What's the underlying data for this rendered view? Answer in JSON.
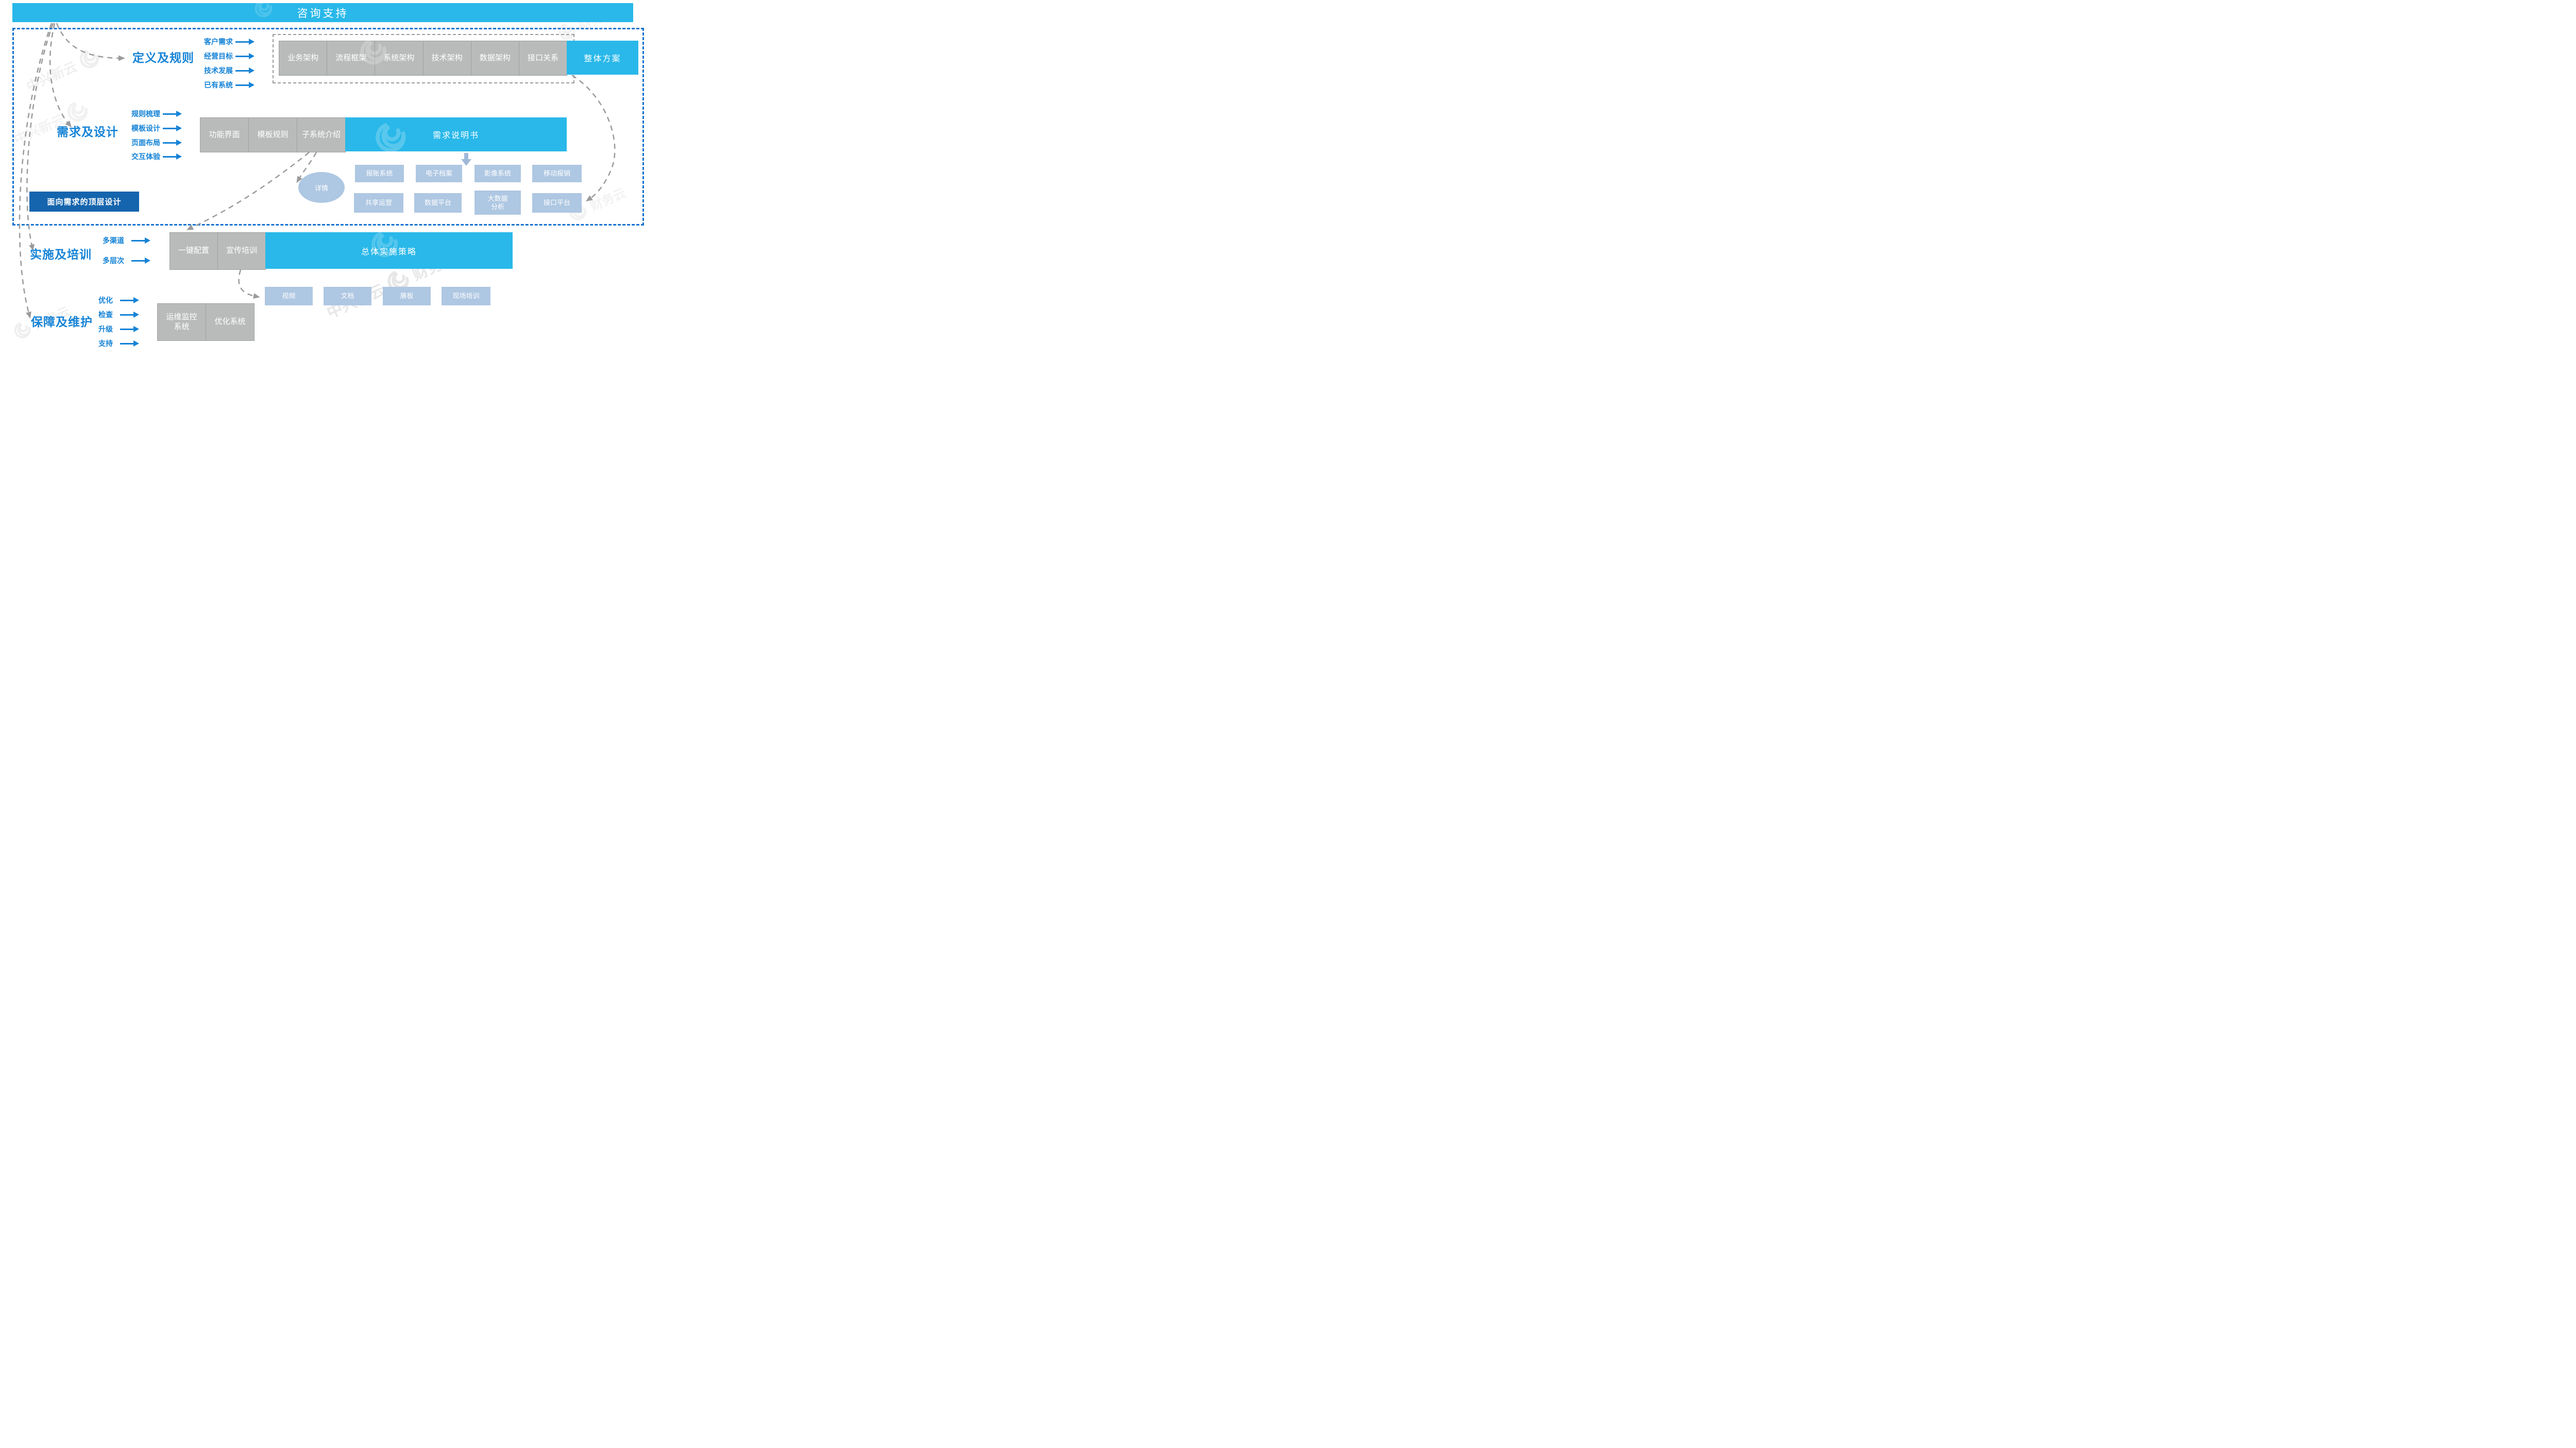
{
  "top_banner": {
    "title": "咨询支持"
  },
  "stages": [
    {
      "label": "定义及规则",
      "inputs": [
        "客户需求",
        "经营目标",
        "技术发展",
        "已有系统"
      ]
    },
    {
      "label": "需求及设计",
      "inputs": [
        "规则梳理",
        "模板设计",
        "页面布局",
        "交互体验"
      ]
    },
    {
      "label": "实施及培训",
      "inputs": [
        "多渠道",
        "多层次"
      ]
    },
    {
      "label": "保障及维护",
      "inputs": [
        "优化",
        "检查",
        "升级",
        "支持"
      ]
    }
  ],
  "architecture_row": {
    "items": [
      "业务架构",
      "流程框架",
      "系统架构",
      "技术架构",
      "数据架构",
      "接口关系"
    ],
    "highlight": "整体方案"
  },
  "design_row": {
    "items": [
      "功能界面",
      "模板规则",
      "子系统介绍"
    ],
    "highlight": "需求说明书"
  },
  "subsystems": {
    "top": [
      "报账系统",
      "电子档案",
      "影像系统",
      "移动报销"
    ],
    "bottom": [
      "共享运营",
      "数据平台",
      "大数据\n分析",
      "接口平台"
    ]
  },
  "detail_bubble": {
    "label": "详情"
  },
  "design_banner": {
    "label": "面向需求的顶层设计"
  },
  "implement_row": {
    "items": [
      "一键配置",
      "宣传培训"
    ],
    "highlight": "总体实施策略"
  },
  "training_items": [
    "视频",
    "文档",
    "展板",
    "现场培训"
  ],
  "maintain_row": {
    "items": [
      "运维监控\n系统",
      "优化系统"
    ]
  },
  "watermark": {
    "brand": "中兴新云",
    "product": "财务云"
  },
  "colors": {
    "cyan": "#29b8e9",
    "accent_blue": "#1583d6",
    "dark_blue": "#1565ae",
    "gray_box": "#b9bbba",
    "light_blue_box": "#aec7e2",
    "dashed_blue_border": "#1873cf",
    "dashed_gray": "#9b9b9b",
    "soft_arrow_blue": "#9fb9d9"
  }
}
